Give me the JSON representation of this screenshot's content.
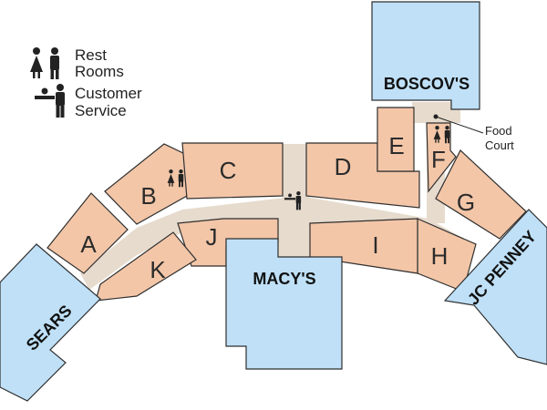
{
  "legend": {
    "rest_rooms_line1": "Rest",
    "rest_rooms_line2": "Rooms",
    "customer_service_line1": "Customer",
    "customer_service_line2": "Service"
  },
  "anchors": {
    "sears": "SEARS",
    "macys": "MACY'S",
    "boscovs": "BOSCOV'S",
    "jcpenney": "JC PENNEY"
  },
  "stores": {
    "a": "A",
    "b": "B",
    "c": "C",
    "d": "D",
    "e": "E",
    "f": "F",
    "g": "G",
    "h": "H",
    "i": "I",
    "j": "J",
    "k": "K"
  },
  "food_court": {
    "line1": "Food",
    "line2": "Court"
  },
  "icons": [
    "restroom-icon",
    "customer-service-icon"
  ],
  "colors": {
    "store": "#f3c6a8",
    "anchor": "#bfe0f7",
    "corridor": "#e6dbcd"
  }
}
